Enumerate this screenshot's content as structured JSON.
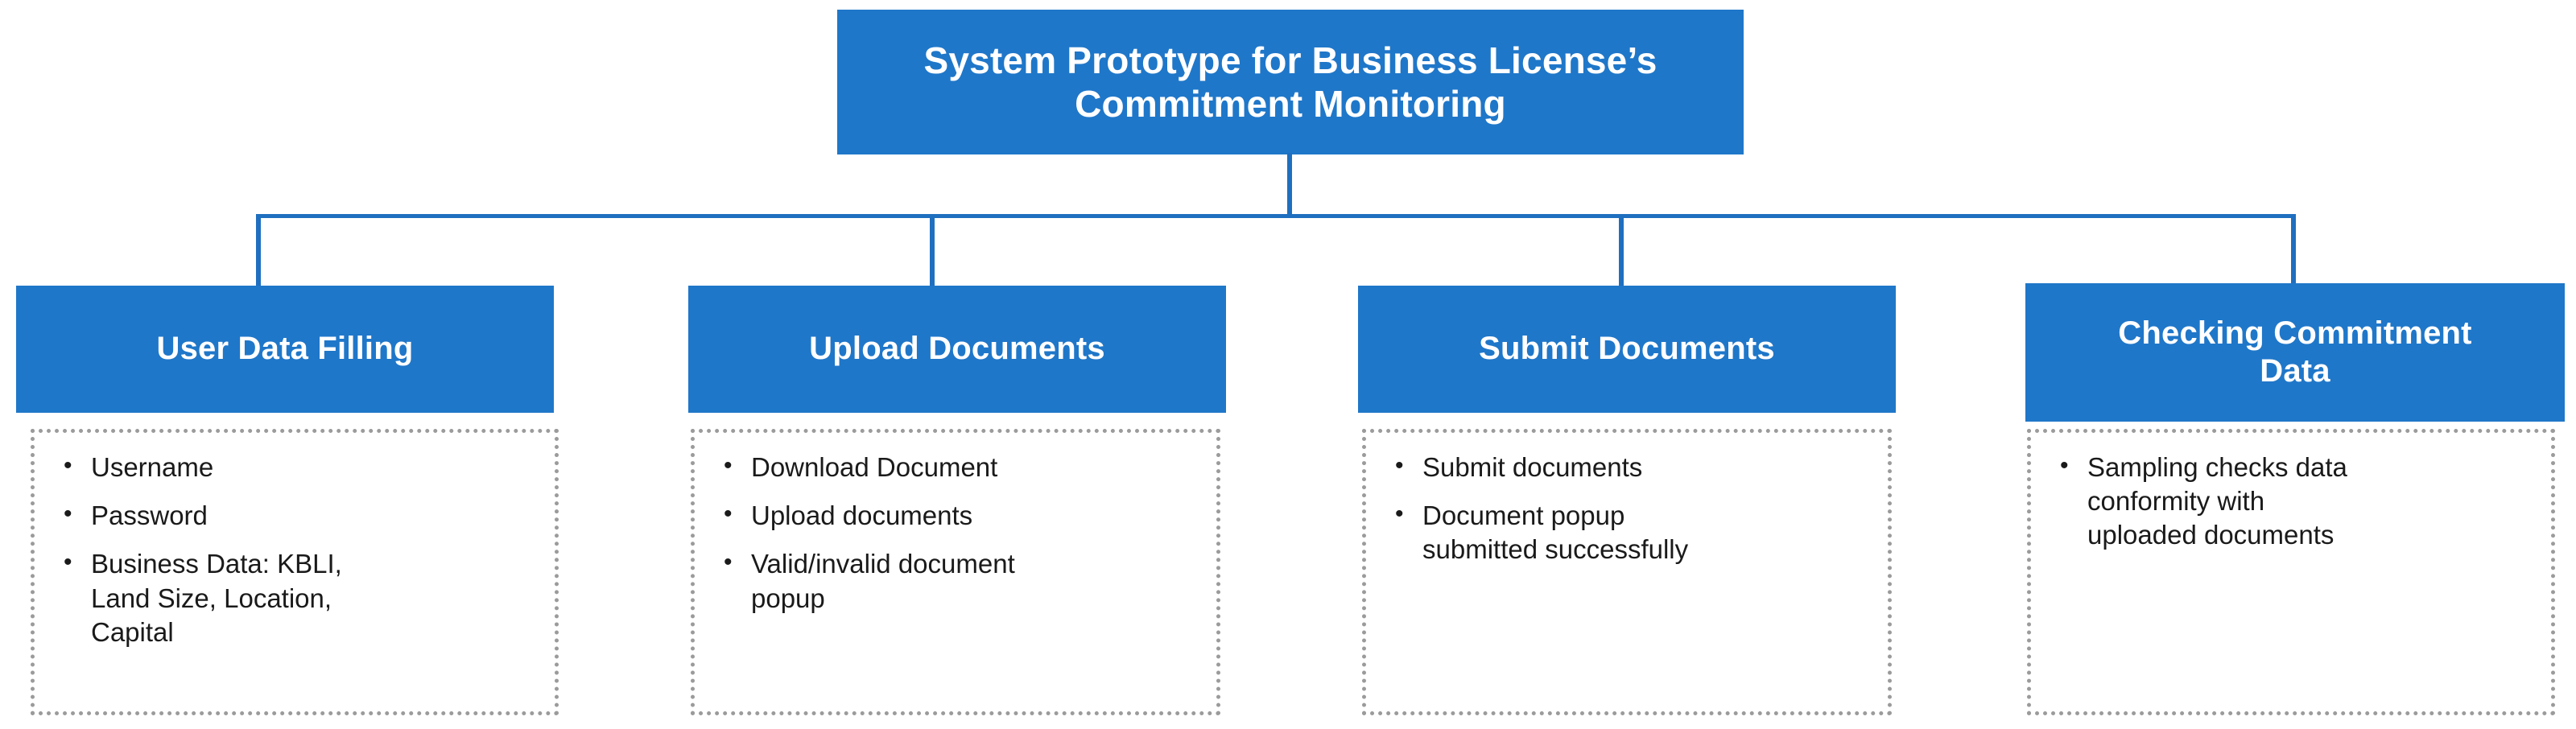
{
  "diagram": {
    "type": "hierarchy-tree",
    "orientation": "top-down",
    "colors": {
      "node_fill": "#1F77C9",
      "node_text": "#FFFFFF",
      "connector": "#1F6FC0",
      "detail_border": "#9B9B9B",
      "detail_text": "#1A1A1A",
      "background": "#FFFFFF"
    },
    "root": {
      "title": "System Prototype for Business License’s\nCommitment Monitoring"
    },
    "bullet_glyph": "•",
    "children": [
      {
        "title": "User Data Filling",
        "details": [
          "Username",
          "Password",
          "Business Data: KBLI,\nLand Size, Location,\nCapital"
        ]
      },
      {
        "title": "Upload Documents",
        "details": [
          "Download Document",
          "Upload documents",
          "Valid/invalid document\npopup"
        ]
      },
      {
        "title": "Submit Documents",
        "details": [
          "Submit documents",
          "Document popup\nsubmitted successfully"
        ]
      },
      {
        "title": "Checking Commitment\nData",
        "details": [
          "Sampling checks data\nconformity with\nuploaded documents"
        ]
      }
    ]
  }
}
